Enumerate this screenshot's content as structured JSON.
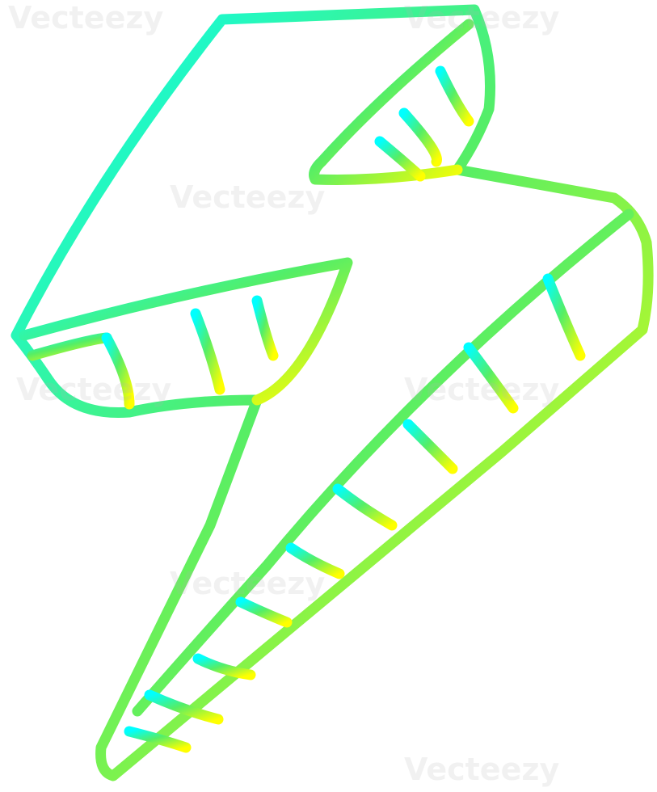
{
  "illustration": {
    "subject": "lightning-bolt",
    "style": "cartoon line drawing",
    "gradient": {
      "start_color": "#00ffff",
      "mid_color": "#55ee66",
      "end_color": "#ffff00"
    },
    "stroke_color_dark": "#00e6e6"
  },
  "watermark": {
    "text": "Vecteezy"
  }
}
